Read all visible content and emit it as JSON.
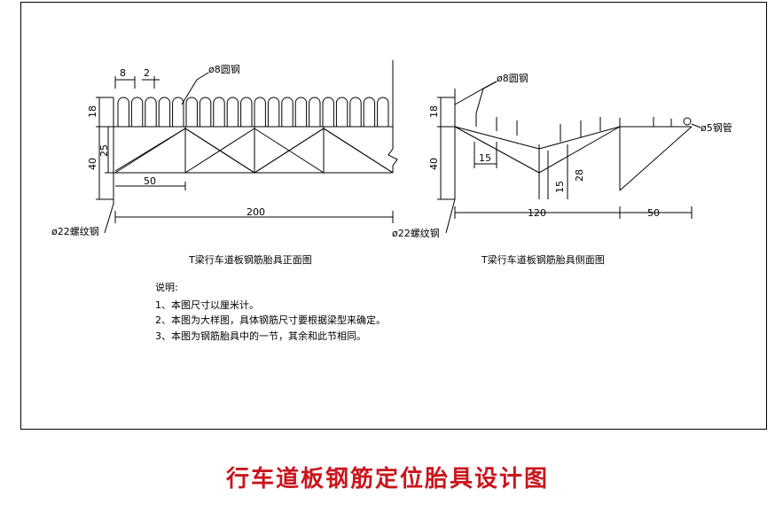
{
  "title": "行车道板钢筋定位胎具设计图",
  "front_view": {
    "caption": "T梁行车道板钢筋胎具正面图",
    "label_rod": "ø8圆钢",
    "label_rebar": "ø22螺纹钢",
    "dims": {
      "d8": "8",
      "d2": "2",
      "h18": "18",
      "h25": "25",
      "h40": "40",
      "w50": "50",
      "w200": "200"
    }
  },
  "side_view": {
    "caption": "T梁行车道板钢筋胎具侧面图",
    "label_rod": "ø8圆钢",
    "label_rebar": "ø22螺纹钢",
    "label_pipe": "ø5钢管",
    "dims": {
      "h18": "18",
      "h40": "40",
      "w15": "15",
      "h15": "15",
      "h28": "28",
      "w120": "120",
      "w50": "50"
    }
  },
  "notes": {
    "heading": "说明:",
    "items": [
      "1、本图尺寸以厘米计。",
      "2、本图为大样图，具体钢筋尺寸要根据梁型来确定。",
      "3、本图为钢筋胎具中的一节，其余和此节相同。"
    ]
  },
  "colors": {
    "title": "#c8161d",
    "ink": "#000000"
  }
}
